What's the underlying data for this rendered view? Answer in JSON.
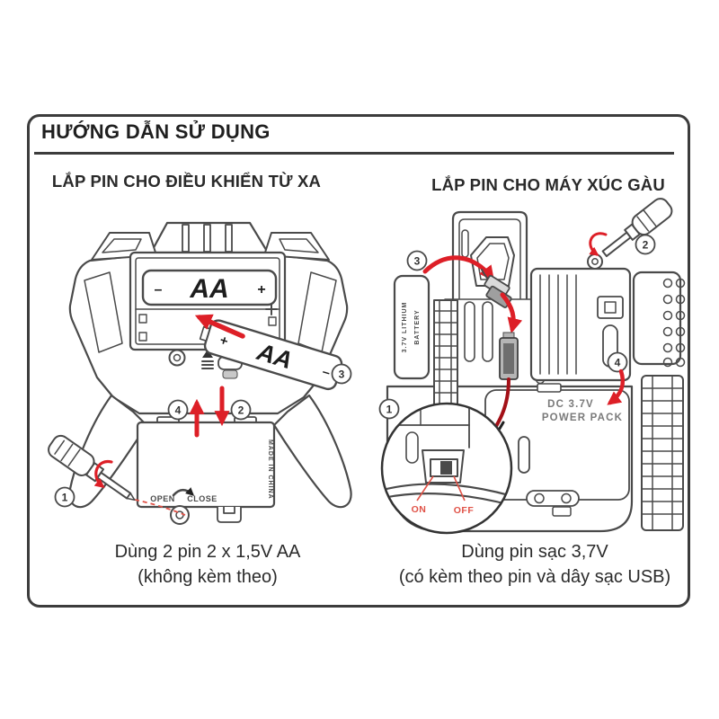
{
  "title": "HƯỚNG DẪN SỬ DỤNG",
  "left_section": {
    "heading": "LẮP PIN CHO ĐIỀU KHIỂN TỪ XA",
    "caption_line1": "Dùng 2 pin 2 x 1,5V AA",
    "caption_line2": "(không kèm theo)"
  },
  "right_section": {
    "heading": "LẮP PIN CHO MÁY XÚC GÀU",
    "caption_line1": "Dùng pin sạc 3,7V",
    "caption_line2": "(có kèm theo pin và dây sạc USB)"
  },
  "remote": {
    "battery_top_label": "AA",
    "battery_top_minus": "–",
    "battery_top_plus": "+",
    "battery_insert_label": "AA",
    "battery_insert_plus": "+",
    "battery_insert_minus": "–",
    "made_in": "MADE IN CHINA",
    "open": "OPEN",
    "close": "CLOSE",
    "step1": "1",
    "step2": "2",
    "step3": "3",
    "step4": "4"
  },
  "excavator": {
    "battery_line1": "3.7V LITHIUM",
    "battery_line2": "BATTERY",
    "power_line1": "DC  3.7V",
    "power_line2": "POWER PACK",
    "on": "ON",
    "off": "OFF",
    "step1": "1",
    "step2": "2",
    "step3": "3",
    "step4": "4"
  },
  "colors": {
    "line": "#4a4a4a",
    "accent_red": "#dd1f27",
    "label_red": "#e05247",
    "text": "#2e2e2e",
    "power_text": "#7a7a7a"
  }
}
